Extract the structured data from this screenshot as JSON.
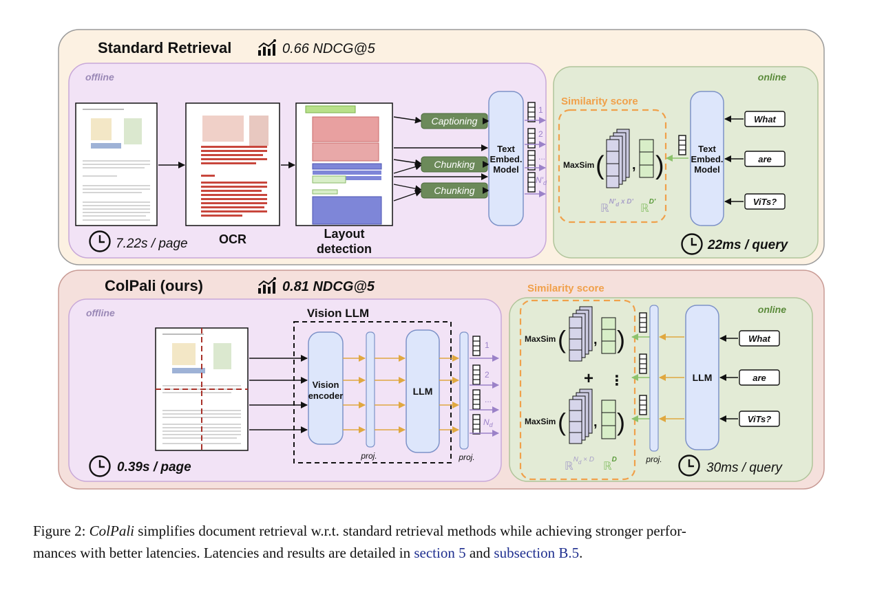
{
  "standard": {
    "title": "Standard Retrieval",
    "metric": "0.66 NDCG@5",
    "offline_label": "offline",
    "online_label": "online",
    "latency_offline": "7.22s / page",
    "latency_online": "22ms / query",
    "stages": [
      "OCR",
      "Layout",
      "detection"
    ],
    "ops": [
      "Captioning",
      "Chunking",
      "Chunking"
    ],
    "embed_model": [
      "Text",
      "Embed.",
      "Model"
    ],
    "doc_tokens": [
      "1",
      "2",
      "...",
      "N'"
    ],
    "doc_token_sub": "d",
    "similarity_title": "Similarity score",
    "maxsim": "MaxSim",
    "dim_doc_sup": "N'",
    "dim_doc_sub": "d",
    "dim_doc_rest": " x D'",
    "dim_query_sup": "D'",
    "query_words": [
      "What",
      "are",
      "ViTs?"
    ]
  },
  "colpali": {
    "title": "ColPali (ours)",
    "metric": "0.81 NDCG@5",
    "offline_label": "offline",
    "online_label": "online",
    "latency_offline": "0.39s / page",
    "latency_online": "30ms / query",
    "vision_llm": "Vision LLM",
    "vision_encoder": [
      "Vision",
      "encoder"
    ],
    "llm": "LLM",
    "proj": "proj.",
    "doc_tokens": [
      "1",
      "2",
      "...",
      "N"
    ],
    "doc_token_sub": "d",
    "similarity_title": "Similarity score",
    "maxsim": "MaxSim",
    "plus": "+",
    "vdots": "⋮",
    "dim_doc_sup": "N",
    "dim_doc_sub": "d",
    "dim_doc_rest": " × D",
    "dim_query_sup": "D",
    "query_words": [
      "What",
      "are",
      "ViTs?"
    ]
  },
  "real_symbol": "ℝ",
  "caption": {
    "label": "Figure 2: ",
    "em": "ColPali",
    "text1": " simplifies document retrieval w.r.t. standard retrieval methods while achieving stronger perfor-",
    "text2": "mances with better latencies. Latencies and results are detailed in ",
    "ref1": "section 5",
    "and": " and ",
    "ref2": "subsection B.5",
    "end": "."
  },
  "colors": {
    "top_panel": "#fcf1e2",
    "bottom_panel": "#f5e0dc",
    "offline_box": "#f2e3f6",
    "online_box": "#e3ebd6",
    "embed_blue": "#dde6fb",
    "chip_green": "#6c8a5a",
    "similarity_orange": "#f0a04a",
    "arrow_purple": "#9b82c8",
    "arrow_orange": "#e0a840",
    "arrow_green": "#8cc26c"
  }
}
